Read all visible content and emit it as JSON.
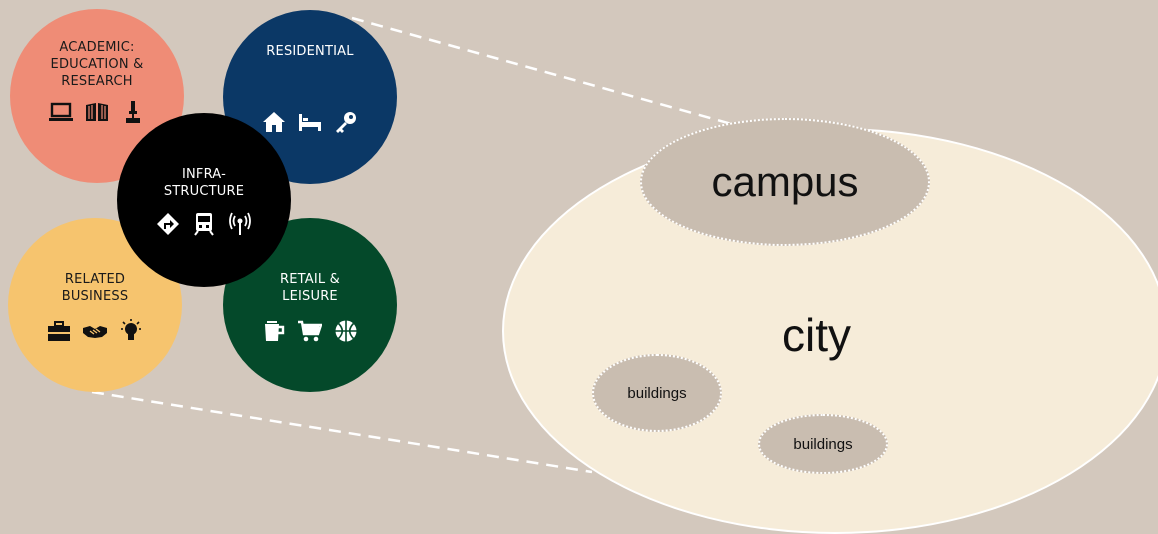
{
  "circles": {
    "academic": {
      "title": "ACADEMIC:\nEDUCATION &\nRESEARCH",
      "color": "#ef8c76",
      "icons": [
        "laptop-icon",
        "books-icon",
        "microscope-icon"
      ]
    },
    "residential": {
      "title": "RESIDENTIAL",
      "color": "#0b3866",
      "icons": [
        "house-icon",
        "bed-icon",
        "key-icon"
      ]
    },
    "infrastructure": {
      "title": "INFRA-\nSTRUCTURE",
      "color": "#000000",
      "icons": [
        "road-sign-icon",
        "train-icon",
        "antenna-icon"
      ]
    },
    "related_business": {
      "title": "RELATED\nBUSINESS",
      "color": "#f6c46e",
      "icons": [
        "briefcase-icon",
        "handshake-icon",
        "lightbulb-icon"
      ]
    },
    "retail_leisure": {
      "title": "RETAIL &\nLEISURE",
      "color": "#04492a",
      "icons": [
        "coffee-cup-icon",
        "shopping-cart-icon",
        "basketball-icon"
      ]
    }
  },
  "scale": {
    "campus": "campus",
    "city": "city",
    "buildings": [
      "buildings",
      "buildings"
    ]
  },
  "colors": {
    "background": "#d3c8bd",
    "city": "#f6ecd9",
    "campus": "#c9bdb0"
  }
}
